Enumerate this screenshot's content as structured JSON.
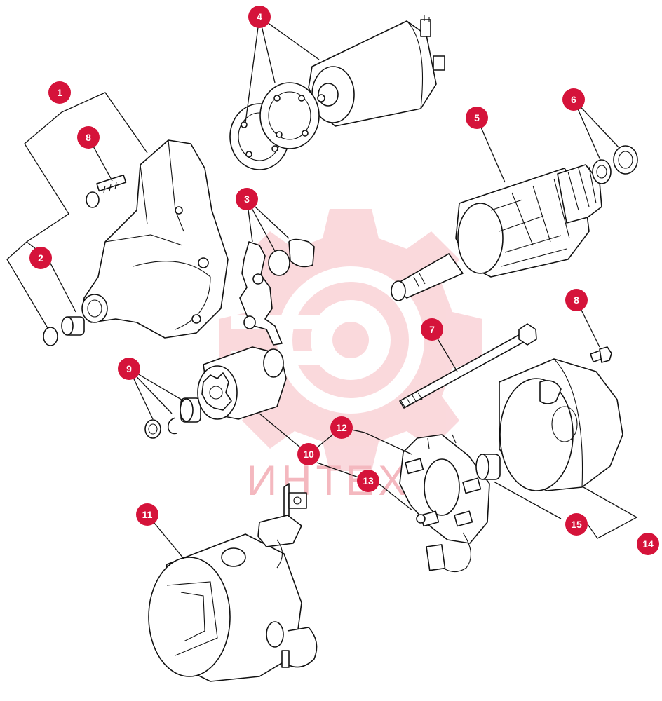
{
  "watermark": {
    "text": "ИНТЕХ",
    "color": "#f4b8bf"
  },
  "callout_color": "#d5133a",
  "callouts": [
    {
      "id": "c1",
      "label": "1"
    },
    {
      "id": "c2",
      "label": "2"
    },
    {
      "id": "c3",
      "label": "3"
    },
    {
      "id": "c4",
      "label": "4"
    },
    {
      "id": "c5",
      "label": "5"
    },
    {
      "id": "c6",
      "label": "6"
    },
    {
      "id": "c7",
      "label": "7"
    },
    {
      "id": "c8a",
      "label": "8"
    },
    {
      "id": "c8b",
      "label": "8"
    },
    {
      "id": "c9",
      "label": "9"
    },
    {
      "id": "c10",
      "label": "10"
    },
    {
      "id": "c11",
      "label": "11"
    },
    {
      "id": "c12",
      "label": "12"
    },
    {
      "id": "c13",
      "label": "13"
    },
    {
      "id": "c14",
      "label": "14"
    },
    {
      "id": "c15",
      "label": "15"
    }
  ]
}
